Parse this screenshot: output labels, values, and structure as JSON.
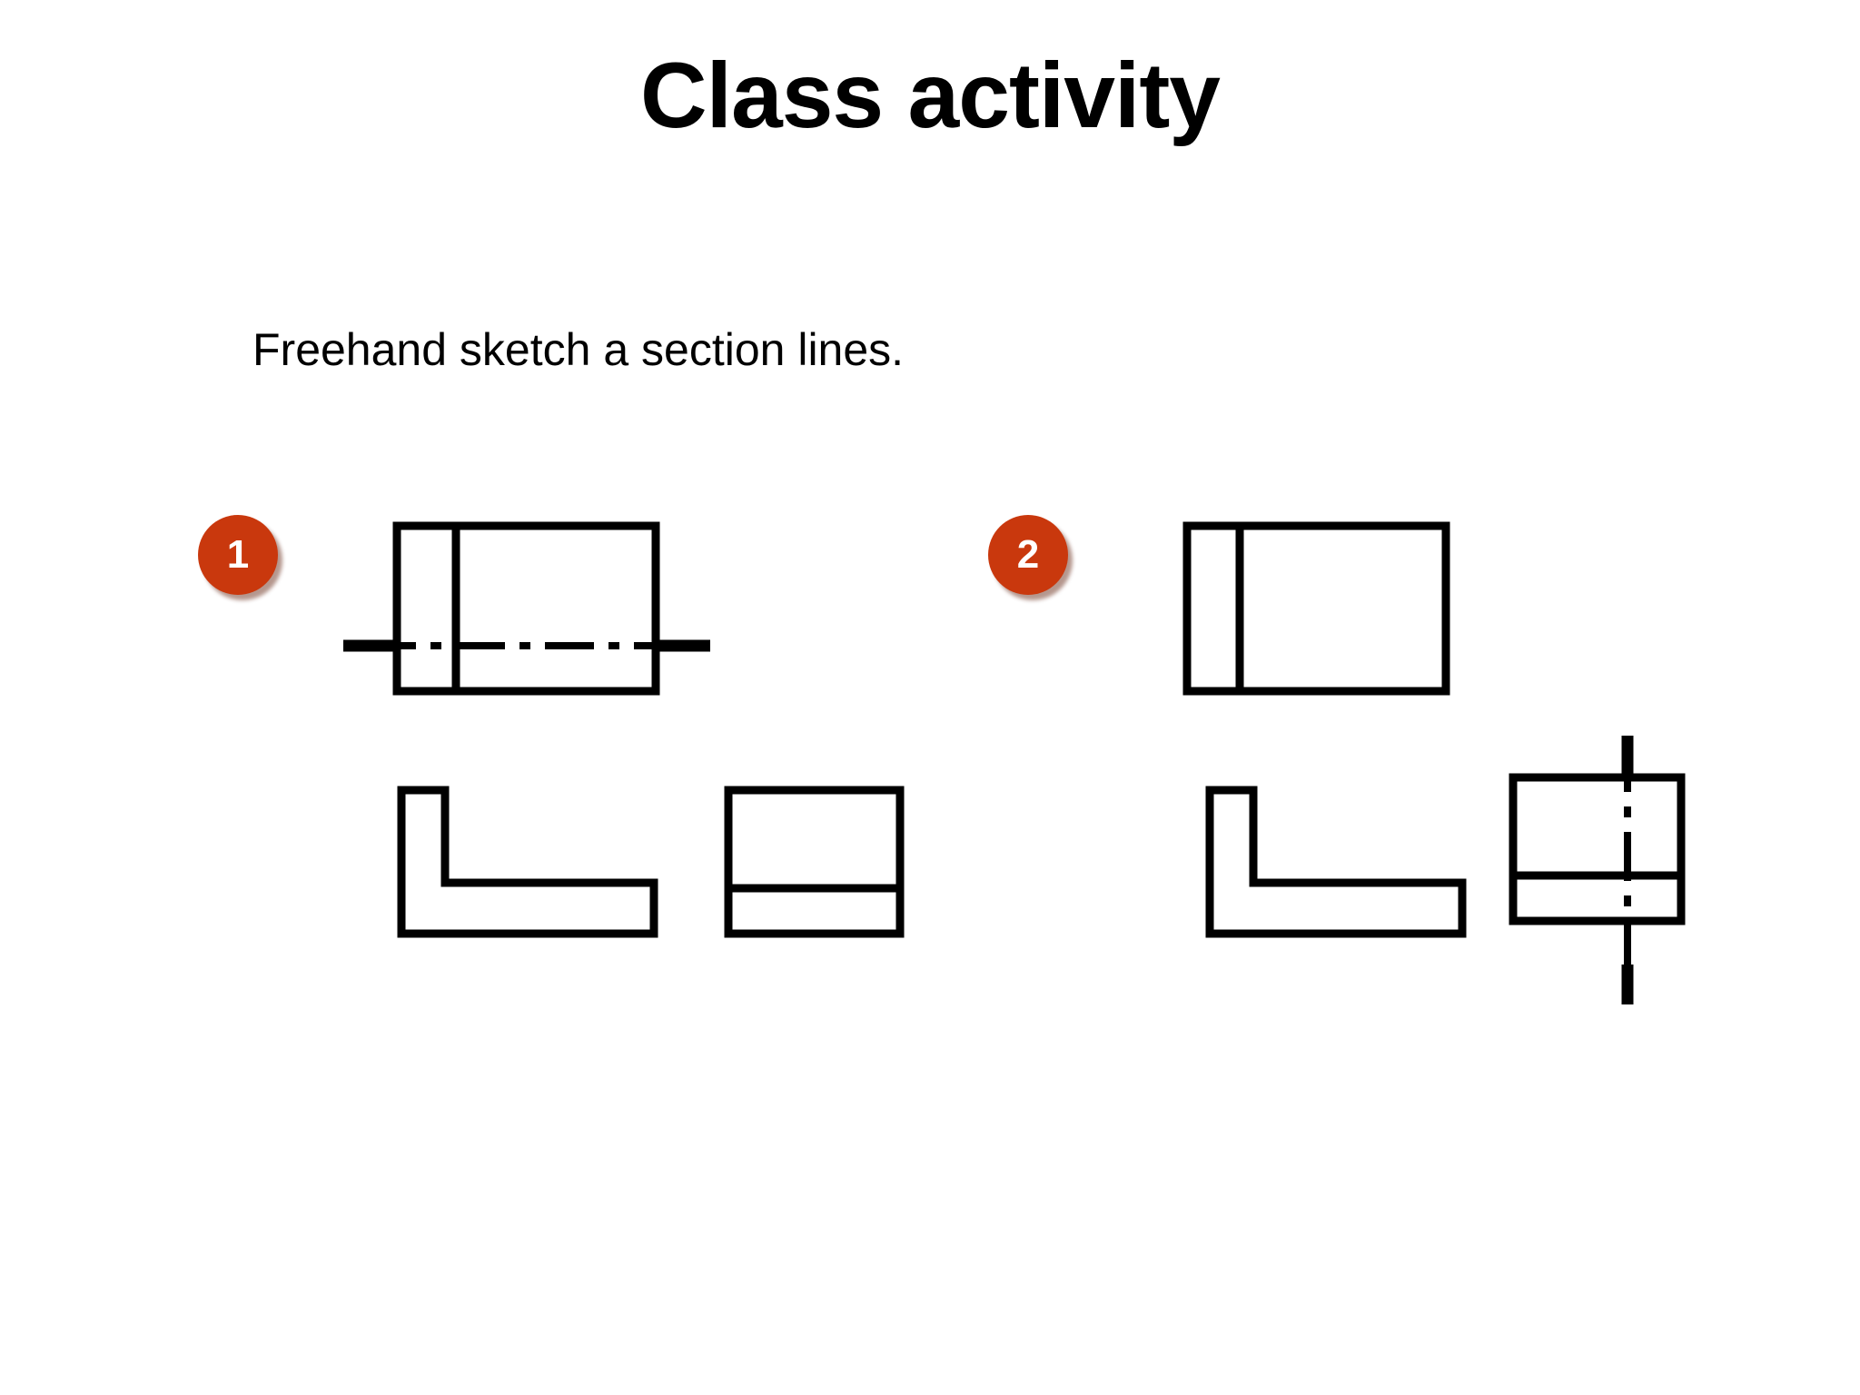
{
  "slide": {
    "title": "Class activity",
    "subtitle": "Freehand sketch a section lines.",
    "background_color": "#FFFFFF",
    "text_color": "#000000"
  },
  "badges": {
    "color": "#C9380D",
    "text_color": "#FFFFFF",
    "items": [
      {
        "label": "1",
        "name": "problem-1"
      },
      {
        "label": "2",
        "name": "problem-2"
      }
    ]
  },
  "figures": [
    {
      "number": "1",
      "views": [
        {
          "name": "front-view-rectangle",
          "shape": "rectangle",
          "features": [
            "vertical-internal-line-near-left",
            "horizontal-centerline-dash-dot"
          ]
        },
        {
          "name": "side-view-l-shape",
          "shape": "l-bracket"
        },
        {
          "name": "top-view-rectangle",
          "shape": "rectangle",
          "features": [
            "horizontal-divider-line"
          ]
        }
      ]
    },
    {
      "number": "2",
      "views": [
        {
          "name": "front-view-rectangle",
          "shape": "rectangle",
          "features": [
            "vertical-internal-line-near-left"
          ]
        },
        {
          "name": "side-view-l-shape",
          "shape": "l-bracket"
        },
        {
          "name": "top-view-rectangle",
          "shape": "rectangle",
          "features": [
            "horizontal-divider-line",
            "vertical-centerline-dash-dot"
          ]
        }
      ]
    }
  ]
}
